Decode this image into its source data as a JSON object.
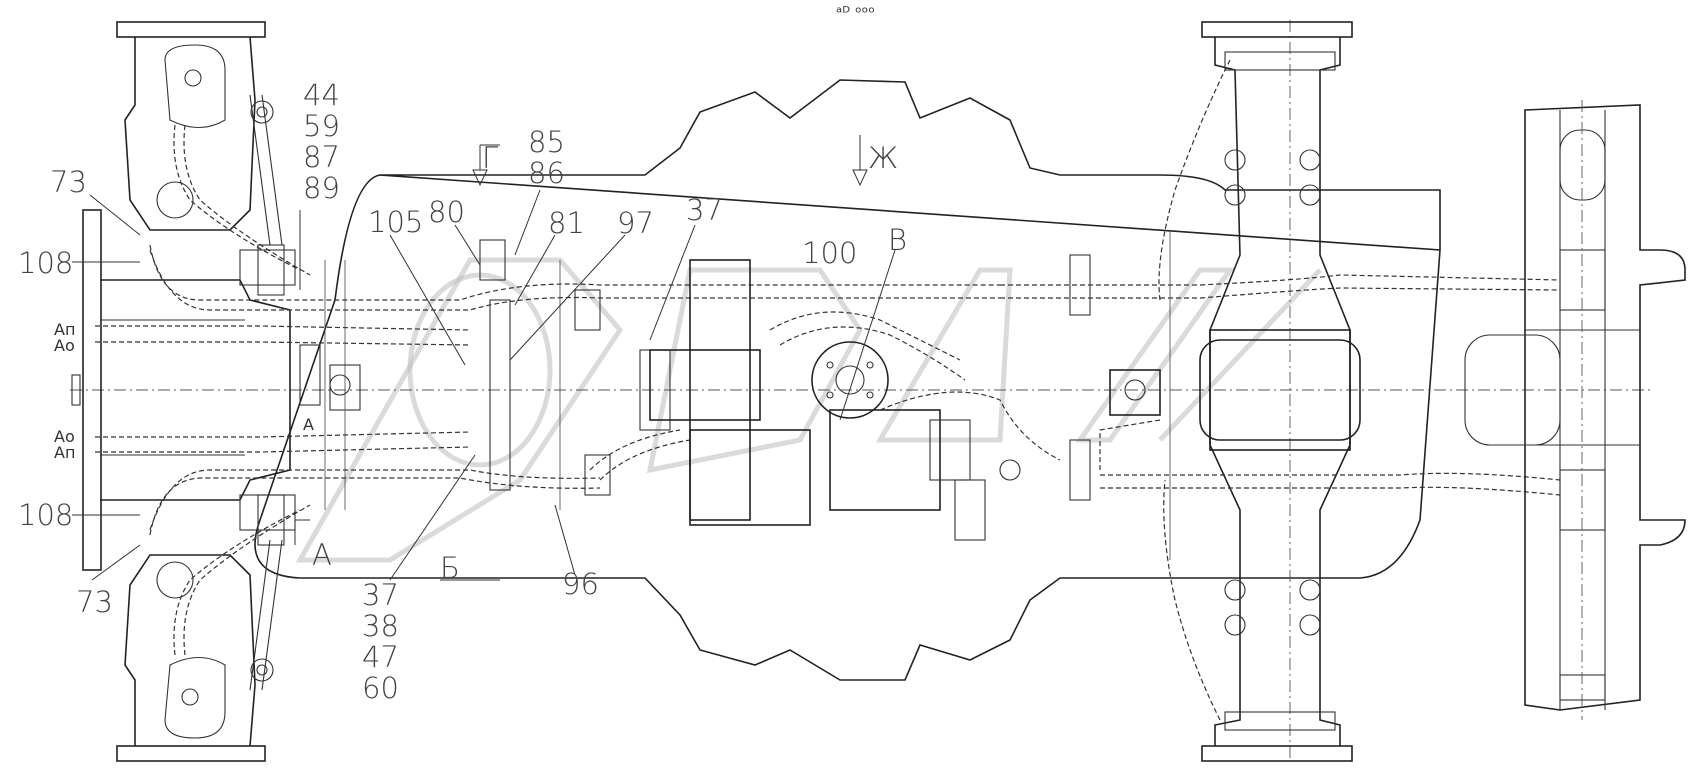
{
  "header": {
    "mark": "ᵃᴰ ᵒᵒᵒ"
  },
  "callouts": {
    "c44": "44",
    "c59": "59",
    "c87": "87",
    "c89": "89",
    "c73_top": "73",
    "c73_bottom": "73",
    "c108_top": "108",
    "c108_bottom": "108",
    "c105": "105",
    "c80": "80",
    "c85": "85",
    "c86": "86",
    "c81": "81",
    "c97": "97",
    "c37_top": "37",
    "c100": "100",
    "c37": "37",
    "c38": "38",
    "c47": "47",
    "c60": "60",
    "c96": "96"
  },
  "views": {
    "g": "Г",
    "zh": "Ж",
    "v": "В",
    "b": "Б",
    "a": "А",
    "a2": "А"
  },
  "ports": {
    "an_top": "Ап",
    "ao_top": "Ао",
    "ao_bottom": "Ао",
    "an_bottom": "Ап"
  }
}
